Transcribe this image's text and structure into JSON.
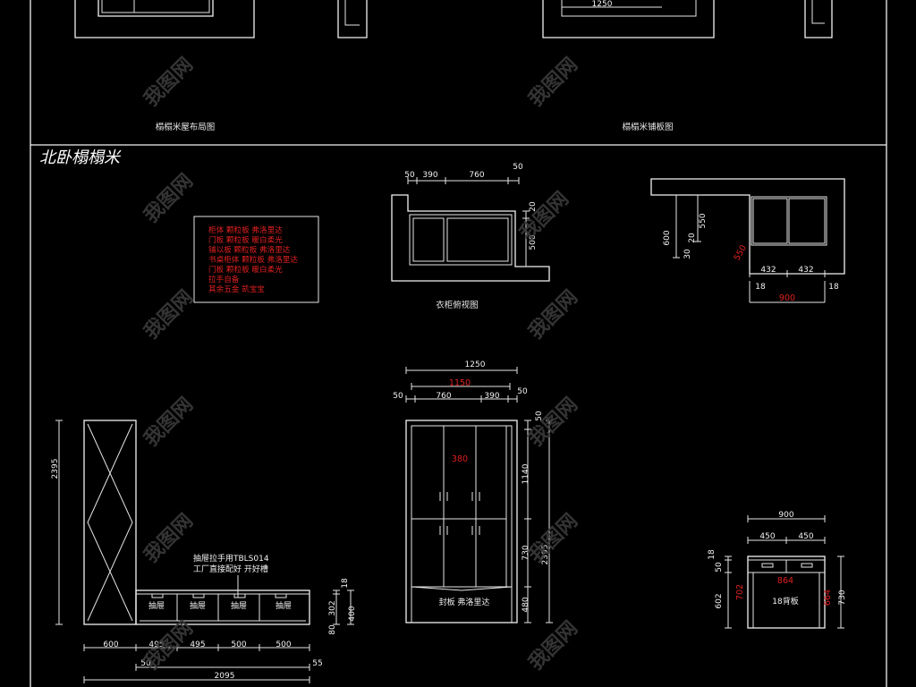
{
  "section_title": "北卧榻榻米",
  "top_panel": {
    "dim_1250": "1250",
    "caption_left": "榻榻米屋布局图",
    "caption_right": "榻榻米铺板图"
  },
  "material_notes": [
    "柜体    颗粒板    弗洛里达",
    "门板    颗粒板    暖白柔光",
    "铺以板  颗粒板    弗洛里达",
    "书桌柜体  颗粒板    弗洛里达",
    "门板    颗粒板    暖白柔光",
    "拉手自备",
    "其余五金  凯宝宝"
  ],
  "wardrobe_plan": {
    "caption": "衣柜俯视图",
    "dims_top": [
      "50",
      "390",
      "760",
      "50"
    ],
    "dims_side": [
      "20",
      "500"
    ]
  },
  "desk_plan": {
    "dims_side": [
      "550",
      "600",
      "20",
      "30"
    ],
    "dims_bottom": [
      "432",
      "432"
    ],
    "dims_edge": [
      "18",
      "18"
    ],
    "overall": "900",
    "red_side": "550"
  },
  "wardrobe_elev": {
    "overall": "1250",
    "red_overall": "1150",
    "dims": [
      "50",
      "760",
      "390",
      "50"
    ],
    "red_inner": "380",
    "dims_right": [
      "50",
      "1140",
      "730",
      "480"
    ],
    "overall_height": "2395",
    "base_label": "封板    弗洛里达"
  },
  "tatami_elev": {
    "height": "2395",
    "note_line1": "抽屉拉手用TBLS014",
    "note_line2": "工厂直接配好  开好槽",
    "drawers": [
      "抽屉",
      "抽屉",
      "抽屉",
      "抽屉"
    ],
    "dims_bottom": [
      "600",
      "495",
      "495",
      "500",
      "500"
    ],
    "dims_edge": [
      "50",
      "55"
    ],
    "overall": "2095",
    "dims_right": [
      "18",
      "302",
      "80",
      "400"
    ]
  },
  "desk_elev": {
    "overall": "900",
    "halves": [
      "450",
      "450"
    ],
    "dims_left": [
      "18",
      "50",
      "602"
    ],
    "height": "730",
    "red_width": "864",
    "red_left": "702",
    "red_right": "664",
    "back_label": "18背板"
  },
  "watermark": "我图网"
}
